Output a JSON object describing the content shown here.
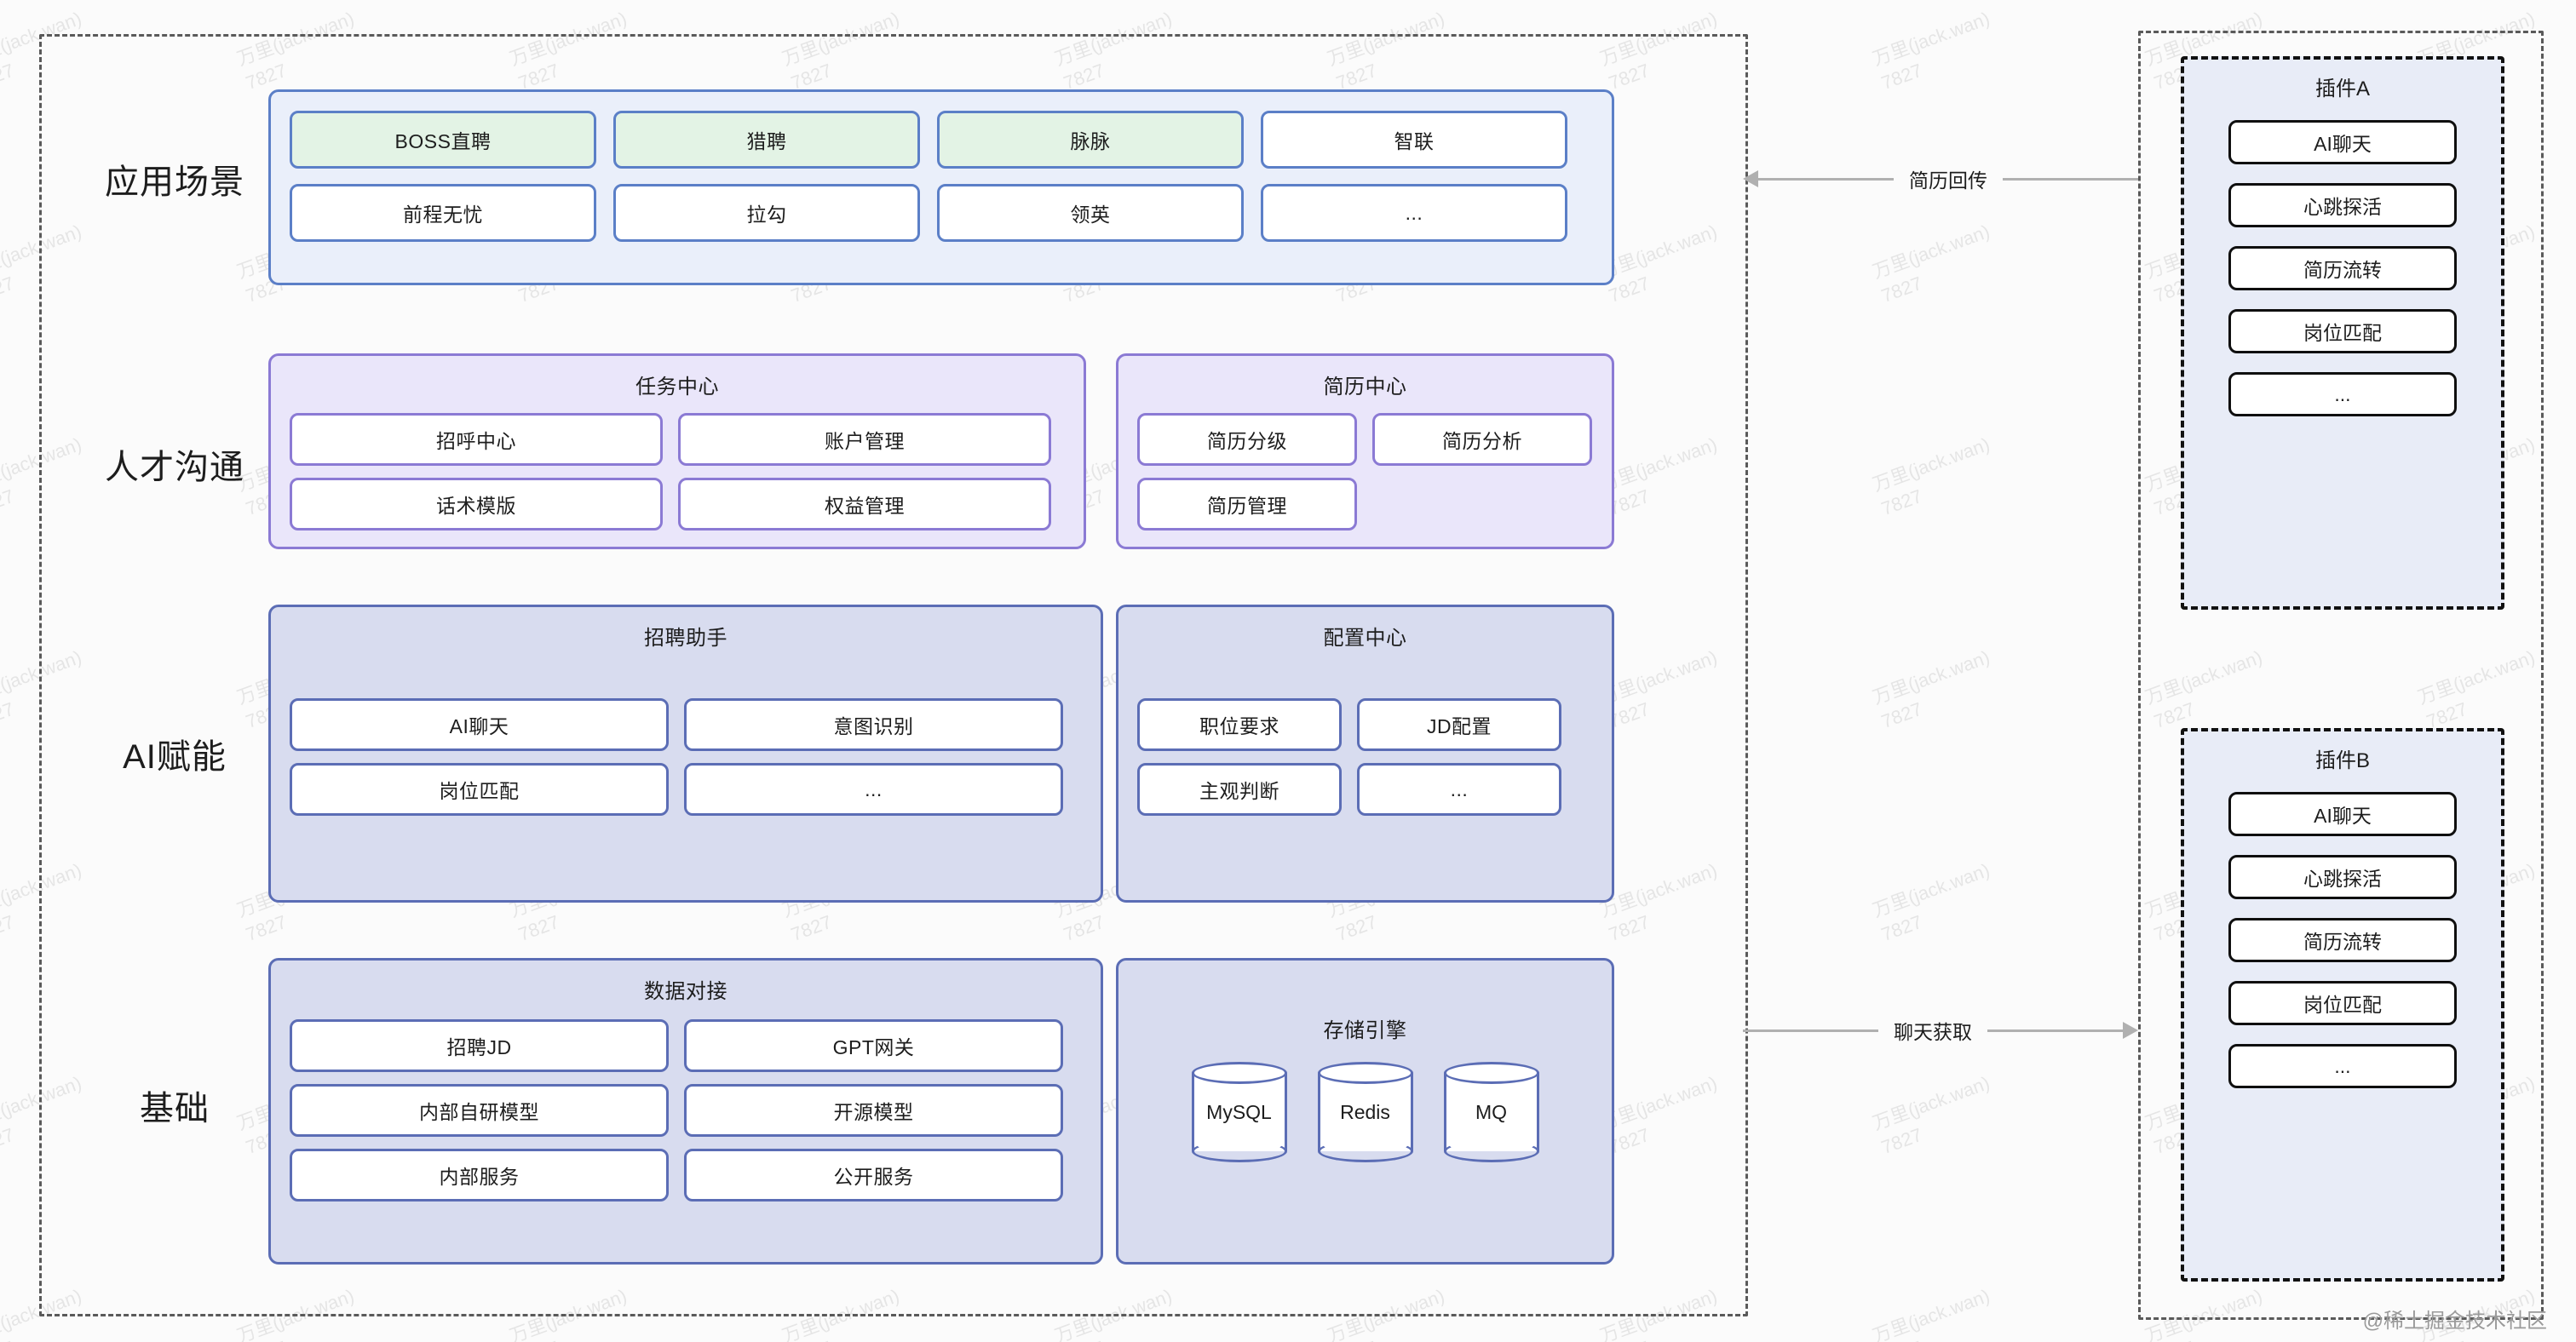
{
  "diagram": {
    "watermark_tile": "万里(jack.wan)\n7827",
    "corner_watermark": "@稀土掘金技术社区"
  },
  "layers": [
    {
      "label": "应用场景",
      "groups": [
        {
          "title": "",
          "style": "blue",
          "items": [
            {
              "label": "BOSS直聘",
              "highlight": true
            },
            {
              "label": "猎聘",
              "highlight": true
            },
            {
              "label": "脉脉",
              "highlight": true
            },
            {
              "label": "智联",
              "highlight": false
            },
            {
              "label": "前程无忧",
              "highlight": false
            },
            {
              "label": "拉勾",
              "highlight": false
            },
            {
              "label": "领英",
              "highlight": false
            },
            {
              "label": "...",
              "highlight": false
            }
          ]
        }
      ]
    },
    {
      "label": "人才沟通",
      "groups": [
        {
          "title": "任务中心",
          "style": "purple",
          "items": [
            {
              "label": "招呼中心"
            },
            {
              "label": "账户管理"
            },
            {
              "label": "话术模版"
            },
            {
              "label": "权益管理"
            }
          ]
        },
        {
          "title": "简历中心",
          "style": "purple",
          "items": [
            {
              "label": "简历分级"
            },
            {
              "label": "简历分析"
            },
            {
              "label": "简历管理"
            }
          ]
        }
      ]
    },
    {
      "label": "AI赋能",
      "groups": [
        {
          "title": "招聘助手",
          "style": "steel",
          "items": [
            {
              "label": "AI聊天"
            },
            {
              "label": "意图识别"
            },
            {
              "label": "岗位匹配"
            },
            {
              "label": "..."
            }
          ]
        },
        {
          "title": "配置中心",
          "style": "steel",
          "items": [
            {
              "label": "职位要求"
            },
            {
              "label": "JD配置"
            },
            {
              "label": "主观判断"
            },
            {
              "label": "..."
            }
          ]
        }
      ]
    },
    {
      "label": "基础",
      "groups": [
        {
          "title": "数据对接",
          "style": "steel",
          "items": [
            {
              "label": "招聘JD"
            },
            {
              "label": "GPT网关"
            },
            {
              "label": "内部自研模型"
            },
            {
              "label": "开源模型"
            },
            {
              "label": "内部服务"
            },
            {
              "label": "公开服务"
            }
          ]
        },
        {
          "title": "存储引擎",
          "style": "steel",
          "cylinders": [
            {
              "label": "MySQL"
            },
            {
              "label": "Redis"
            },
            {
              "label": "MQ"
            }
          ]
        }
      ]
    }
  ],
  "plugins": [
    {
      "title": "插件A",
      "items": [
        {
          "label": "AI聊天"
        },
        {
          "label": "心跳探活"
        },
        {
          "label": "简历流转"
        },
        {
          "label": "岗位匹配"
        },
        {
          "label": "..."
        }
      ]
    },
    {
      "title": "插件B",
      "items": [
        {
          "label": "AI聊天"
        },
        {
          "label": "心跳探活"
        },
        {
          "label": "简历流转"
        },
        {
          "label": "岗位匹配"
        },
        {
          "label": "..."
        }
      ]
    }
  ],
  "connectors": [
    {
      "label": "简历回传",
      "direction": "left"
    },
    {
      "label": "聊天获取",
      "direction": "right"
    }
  ]
}
